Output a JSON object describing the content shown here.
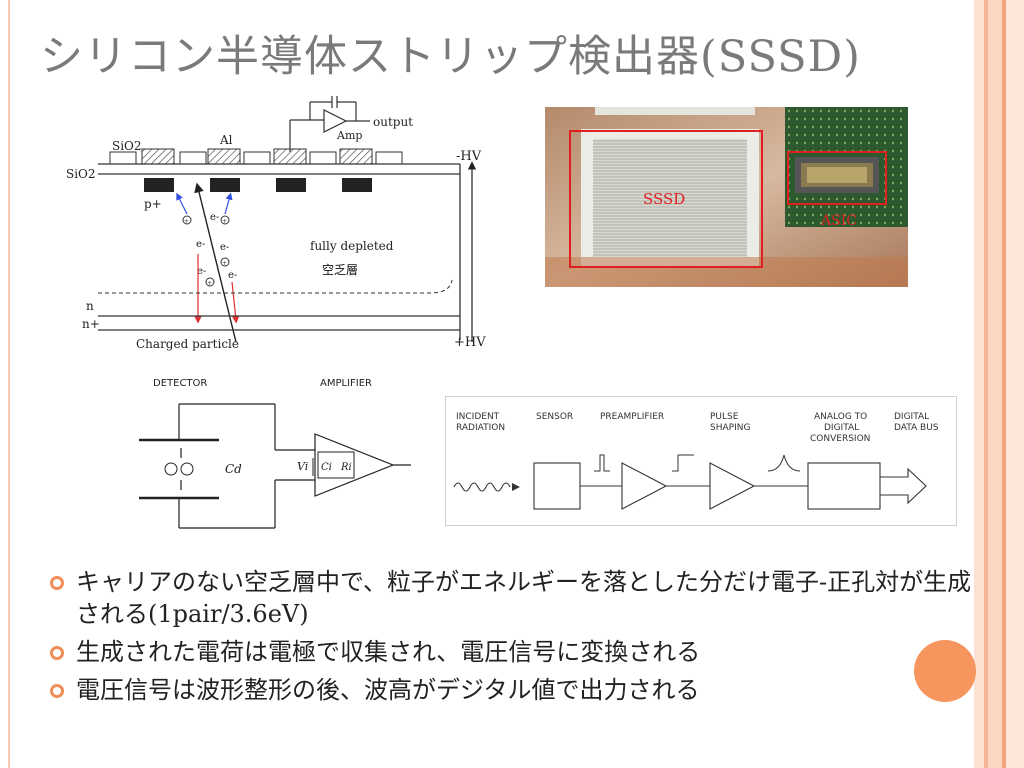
{
  "slide": {
    "title": "シリコン半導体ストリップ検出器(SSSD)"
  },
  "detector_diagram": {
    "sio2_top": "SiO2",
    "al": "Al",
    "amp": "Amp",
    "output": "output",
    "sio2_left": "SiO2",
    "p_plus": "p+",
    "e_minus": "e-",
    "fully_depleted": "fully depleted",
    "depletion_jp": "空乏層",
    "n": "n",
    "n_plus": "n+",
    "charged_particle": "Charged particle",
    "minus_hv": "-HV",
    "plus_hv": "+HV",
    "plus_sign": "+"
  },
  "photo": {
    "label_sssd": "SSSD",
    "label_asic": "ASIC"
  },
  "circuit": {
    "detector": "DETECTOR",
    "amplifier": "AMPLIFIER",
    "cd": "Cd",
    "vi": "Vi",
    "ci": "Ci",
    "ri": "Ri"
  },
  "block_diagram": {
    "incident1": "INCIDENT",
    "incident2": "RADIATION",
    "sensor": "SENSOR",
    "preamp": "PREAMPLIFIER",
    "pulse1": "PULSE",
    "pulse2": "SHAPING",
    "adc1": "ANALOG TO",
    "adc2": "DIGITAL",
    "adc3": "CONVERSION",
    "bus1": "DIGITAL",
    "bus2": "DATA BUS"
  },
  "bullets": [
    "キャリアのない空乏層中で、粒子がエネルギーを落とした分だけ電子-正孔対が生成される(1pair/3.6eV)",
    "生成された電荷は電極で収集され、電圧信号に変換される",
    "電圧信号は波形整形の後、波高がデジタル値で出力される"
  ],
  "colors": {
    "accent": "#f7955f",
    "title": "#7a7a7a",
    "annotation_red": "#e02020"
  }
}
